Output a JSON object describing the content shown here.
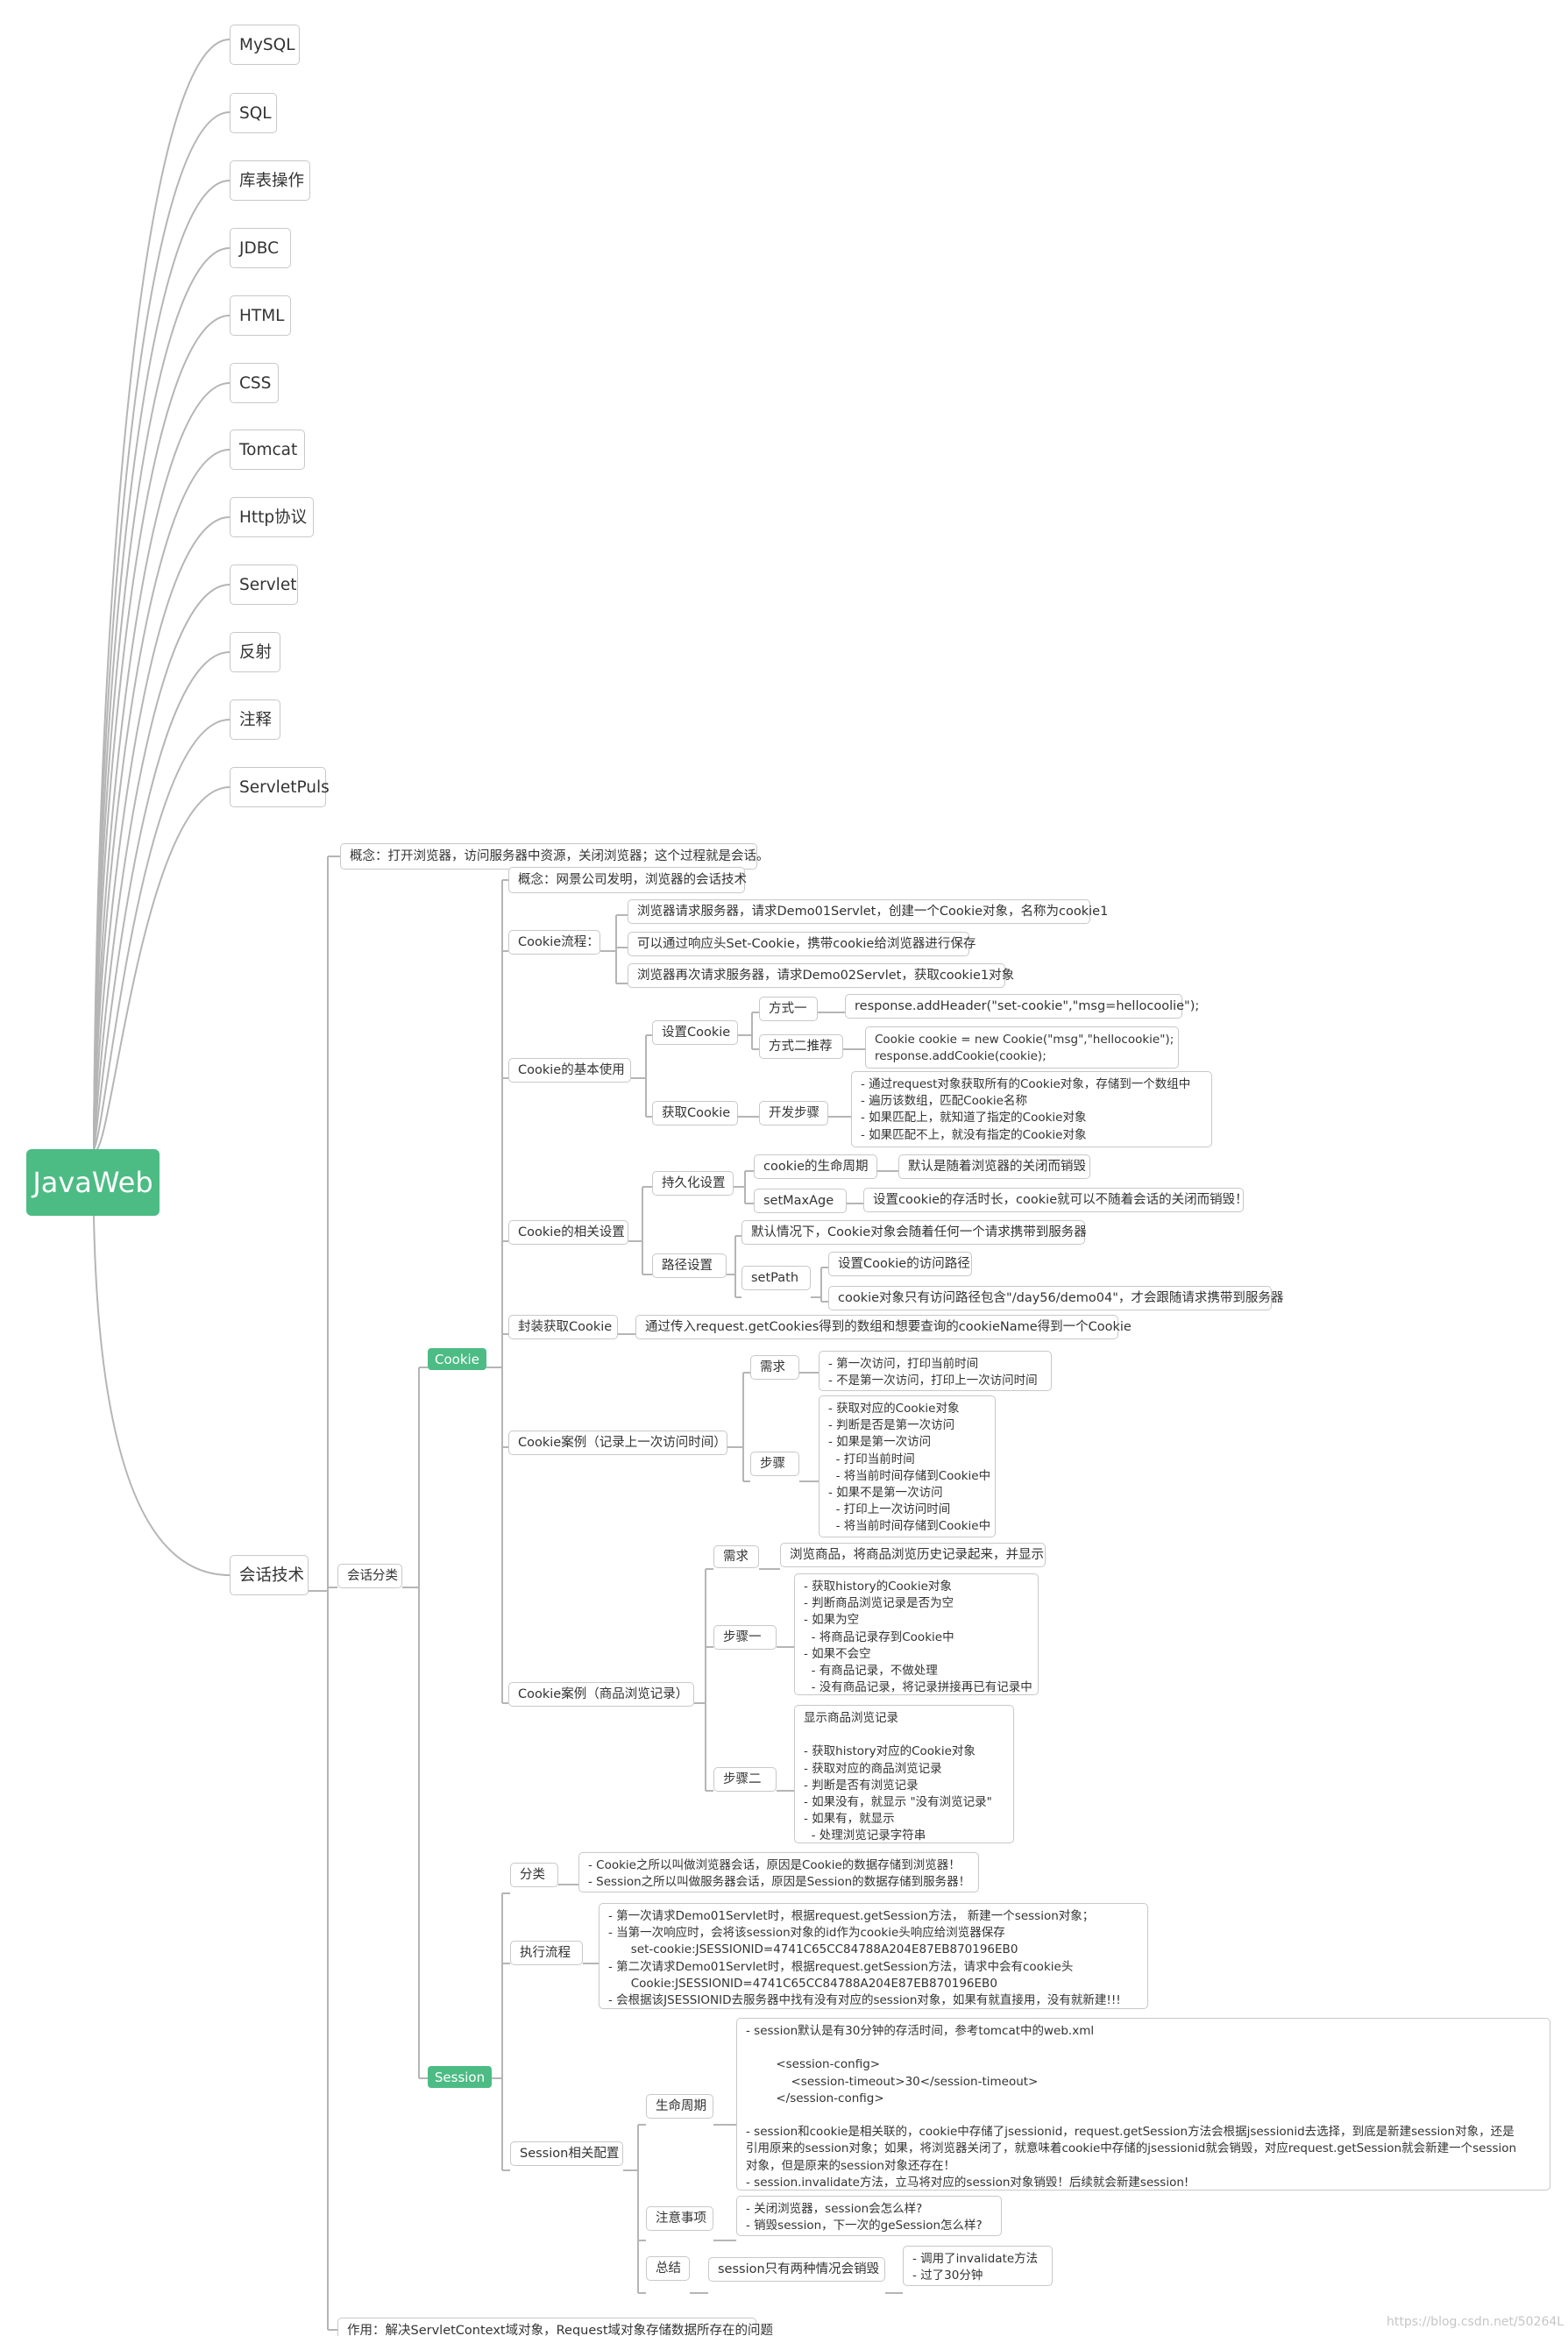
{
  "root": "JavaWeb",
  "topics": {
    "mysql": "MySQL",
    "sql": "SQL",
    "db_ops": "库表操作",
    "jdbc": "JDBC",
    "html": "HTML",
    "css": "CSS",
    "tomcat": "Tomcat",
    "http": "Http协议",
    "servlet": "Servlet",
    "reflect": "反射",
    "annotation": "注释",
    "servletplus": "ServletPuls",
    "session_tech": "会话技术"
  },
  "session_tech": {
    "concept": "概念：打开浏览器，访问服务器中资源，关闭浏览器；这个过程就是会话。",
    "category": "会话分类",
    "purpose": "作用：解决ServletContext域对象，Request域对象存储数据所存在的问题"
  },
  "cookie": {
    "label": "Cookie",
    "concept": "概念：网景公司发明，浏览器的会话技术",
    "flow": {
      "label": "Cookie流程：",
      "steps": [
        "浏览器请求服务器，请求Demo01Servlet，创建一个Cookie对象，名称为cookie1",
        "可以通过响应头Set-Cookie，携带cookie给浏览器进行保存",
        "浏览器再次请求服务器，请求Demo02Servlet，获取cookie1对象"
      ]
    },
    "basic": {
      "label": "Cookie的基本使用",
      "set": "设置Cookie",
      "way1": "方式一",
      "way1_code": "response.addHeader(\"set-cookie\",\"msg=hellocoolie\");",
      "way2": "方式二推荐",
      "way2_code": "Cookie cookie = new Cookie(\"msg\",\"hellocookie\");\nresponse.addCookie(cookie);",
      "get": "获取Cookie",
      "dev_steps": "开发步骤",
      "dev_steps_text": "- 通过request对象获取所有的Cookie对象，存储到一个数组中\n- 遍历该数组，匹配Cookie名称\n- 如果匹配上，就知道了指定的Cookie对象\n- 如果匹配不上，就没有指定的Cookie对象"
    },
    "settings": {
      "label": "Cookie的相关设置",
      "persist": "持久化设置",
      "lifecycle": "cookie的生命周期",
      "lifecycle_text": "默认是随着浏览器的关闭而销毁",
      "setmaxage": "setMaxAge",
      "setmaxage_text": "设置cookie的存活时长，cookie就可以不随着会话的关闭而销毁！",
      "path": "路径设置",
      "path_default": "默认情况下，Cookie对象会随着任何一个请求携带到服务器",
      "setpath": "setPath",
      "setpath_text1": "设置Cookie的访问路径",
      "setpath_text2": "cookie对象只有访问路径包含\"/day56/demo04\"，才会跟随请求携带到服务器"
    },
    "wrap": {
      "label": "封装获取Cookie",
      "text": "通过传入request.getCookies得到的数组和想要查询的cookieName得到一个Cookie"
    },
    "case1": {
      "label": "Cookie案例（记录上一次访问时间）",
      "need": "需求",
      "need_text": "- 第一次访问，打印当前时间\n- 不是第一次访问，打印上一次访问时间",
      "steps": "步骤",
      "steps_text": "- 获取对应的Cookie对象\n- 判断是否是第一次访问\n- 如果是第一次访问\n  - 打印当前时间\n  - 将当前时间存储到Cookie中\n- 如果不是第一次访问\n  - 打印上一次访问时间\n  - 将当前时间存储到Cookie中"
    },
    "case2": {
      "label": "Cookie案例（商品浏览记录）",
      "need": "需求",
      "need_text": "浏览商品，将商品浏览历史记录起来，并显示",
      "step1": "步骤一",
      "step1_text": "- 获取history的Cookie对象\n- 判断商品浏览记录是否为空\n- 如果为空\n  - 将商品记录存到Cookie中\n- 如果不会空\n  - 有商品记录，不做处理\n  - 没有商品记录，将记录拼接再已有记录中",
      "step2": "步骤二",
      "step2_text": "显示商品浏览记录\n\n- 获取history对应的Cookie对象\n- 获取对应的商品浏览记录\n- 判断是否有浏览记录\n- 如果没有，就显示 \"没有浏览记录\"\n- 如果有，就显示\n  - 处理浏览记录字符串"
    }
  },
  "session": {
    "label": "Session",
    "category": "分类",
    "category_text": "- Cookie之所以叫做浏览器会话，原因是Cookie的数据存储到浏览器！\n- Session之所以叫做服务器会话，原因是Session的数据存储到服务器！",
    "flow": "执行流程",
    "flow_text": "- 第一次请求Demo01Servlet时，根据request.getSession方法， 新建一个session对象；\n- 当第一次响应时，会将该session对象的id作为cookie头响应给浏览器保存\n      set-cookie:JSESSIONID=4741C65CC84788A204E87EB870196EB0\n- 第二次请求Demo01Servlet时，根据request.getSession方法，请求中会有cookie头\n      Cookie:JSESSIONID=4741C65CC84788A204E87EB870196EB0\n- 会根据该JSESSIONID去服务器中找有没有对应的session对象，如果有就直接用，没有就新建!!!",
    "config": "Session相关配置",
    "life": "生命周期",
    "life_text": "- session默认是有30分钟的存活时间，参考tomcat中的web.xml\n\n        <session-config>\n            <session-timeout>30</session-timeout>\n        </session-config>\n\n- session和cookie是相关联的，cookie中存储了jsessionid，request.getSession方法会根据jsessionid去选择，到底是新建session对象，还是\n引用原来的session对象；如果，将浏览器关闭了，就意味着cookie中存储的jsessionid就会销毁，对应request.getSession就会新建一个session\n对象，但是原来的session对象还存在！\n- session.invalidate方法，立马将对应的session对象销毁！后续就会新建session!",
    "notes": "注意事项",
    "notes_text": "- 关闭浏览器，session会怎么样?\n- 销毁session，下一次的geSession怎么样?",
    "summary": "总结",
    "summary_text": "session只有两种情况会销毁",
    "summary_detail": "- 调用了invalidate方法\n- 过了30分钟"
  },
  "watermark": "https://blog.csdn.net/50264L"
}
